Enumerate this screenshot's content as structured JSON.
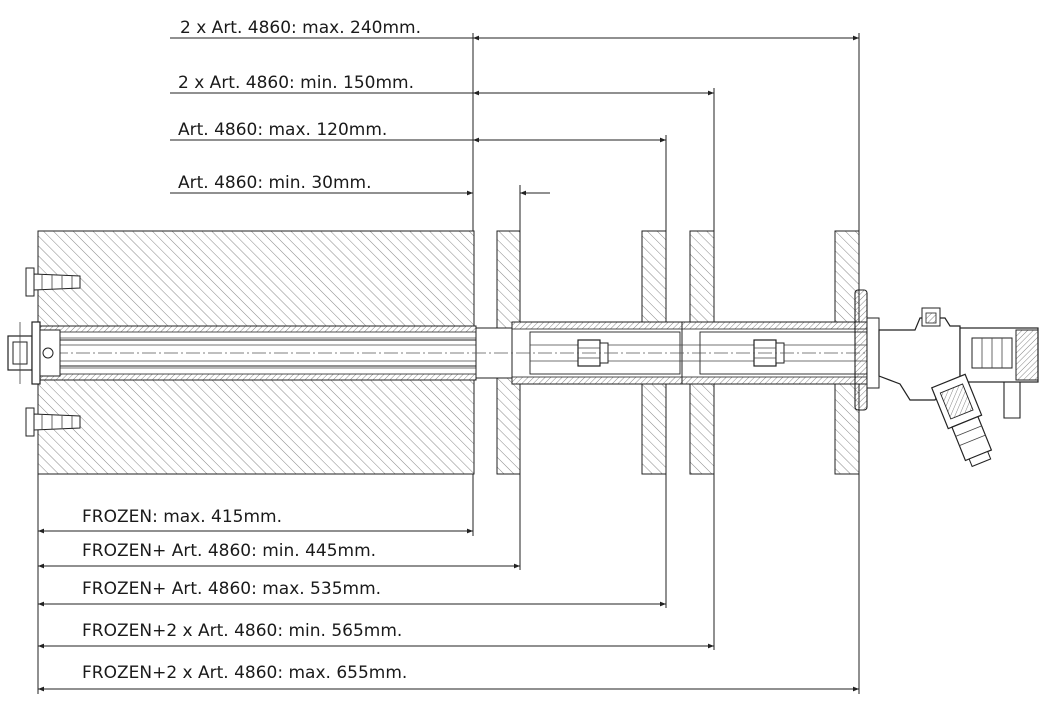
{
  "diagram": {
    "top_dimensions": [
      {
        "label": "2 x Art. 4860: max. 240mm."
      },
      {
        "label": "2 x Art. 4860: min. 150mm."
      },
      {
        "label": "Art. 4860: max. 120mm."
      },
      {
        "label": "Art. 4860: min. 30mm."
      }
    ],
    "bottom_dimensions": [
      {
        "label": "FROZEN: max. 415mm."
      },
      {
        "label": "FROZEN+ Art. 4860: min. 445mm."
      },
      {
        "label": "FROZEN+ Art. 4860: max. 535mm."
      },
      {
        "label": "FROZEN+2 x Art. 4860: min. 565mm."
      },
      {
        "label": "FROZEN+2 x Art. 4860: max. 655mm."
      }
    ],
    "colors": {
      "line": "#222222",
      "hatch": "#777777",
      "background": "#ffffff"
    }
  }
}
